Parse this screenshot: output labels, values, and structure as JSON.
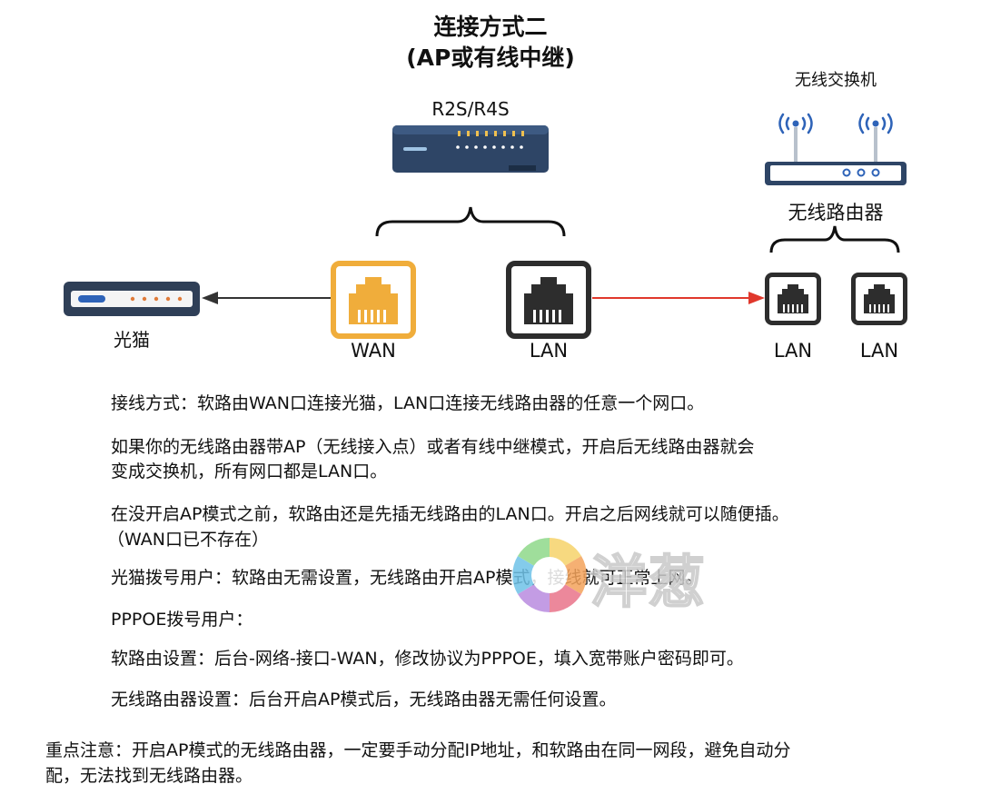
{
  "title": {
    "line1": "连接方式二",
    "line2": "(AP或有线中继)"
  },
  "devices": {
    "soft_router": "R2S/R4S",
    "switch_caption": "无线交换机",
    "wireless_router": "无线路由器",
    "modem": "光猫"
  },
  "ports": {
    "wan": "WAN",
    "lan": "LAN",
    "router_lan1": "LAN",
    "router_lan2": "LAN"
  },
  "colors": {
    "wan": "#f0ad3b",
    "lan": "#2d2d2d",
    "arrow_red": "#e0382c",
    "device_navy": "#2e4566"
  },
  "paragraphs": [
    "接线方式：软路由WAN口连接光猫，LAN口连接无线路由器的任意一个网口。",
    "如果你的无线路由器带AP（无线接入点）或者有线中继模式，开启后无线路由器就会",
    "变成交换机，所有网口都是LAN口。",
    "在没开启AP模式之前，软路由还是先插无线路由的LAN口。开启之后网线就可以随便插。",
    "（WAN口已不存在）",
    "光猫拨号用户：软路由无需设置，无线路由开启AP模式，接线就可正常上网。",
    "PPPOE拨号用户：",
    "软路由设置：后台-网络-接口-WAN，修改协议为PPPOE，填入宽带账户密码即可。",
    "无线路由器设置：后台开启AP模式后，无线路由器无需任何设置。"
  ],
  "note": {
    "line1": "重点注意：开启AP模式的无线路由器，一定要手动分配IP地址，和软路由在同一网段，避免自动分",
    "line2": "配，无法找到无线路由器。"
  },
  "watermark": "洋葱"
}
